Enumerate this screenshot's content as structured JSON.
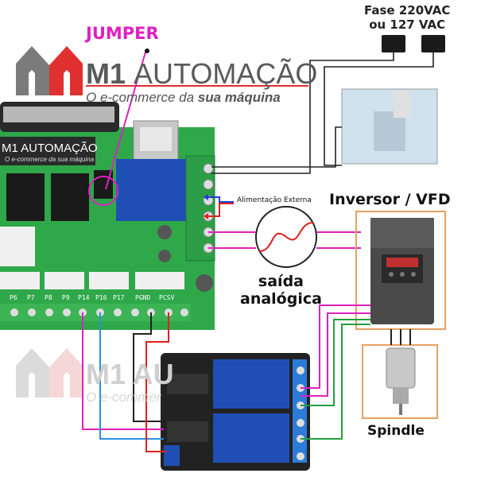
{
  "labels": {
    "jumper": "JUMPER",
    "brand_bold": "M1",
    "brand_rest": "AUTOMAÇÃO",
    "slogan_pre": "O e-commerce da ",
    "slogan_bold": "sua máquina",
    "fase_line1": "Fase 220VAC",
    "fase_line2": "ou 127 VAC",
    "alimentacao": "Alimentação Externa",
    "inversor": "Inversor / VFD",
    "saida_line1": "saída",
    "saida_line2": "analógica",
    "spindle": "Spindle",
    "pcb_brand": "M1 AUTOMAÇÃO",
    "pcb_slogan": "O e-commerce da sua máquina",
    "watermark": "M1 AU",
    "watermark_slogan": "O e-commer"
  },
  "pins": [
    "P6",
    "P7",
    "P8",
    "P9",
    "P14",
    "P16",
    "P17",
    "PGND",
    "PCSV"
  ],
  "colors": {
    "magenta": "#e020c0",
    "pcb_green": "#2fa84a",
    "relay_blue": "#1f4fb5",
    "vfd_frame": "#e8a060",
    "wire_black": "#222222",
    "wire_red": "#e02020",
    "wire_blue": "#2a8fe0",
    "wire_green": "#20a040"
  }
}
